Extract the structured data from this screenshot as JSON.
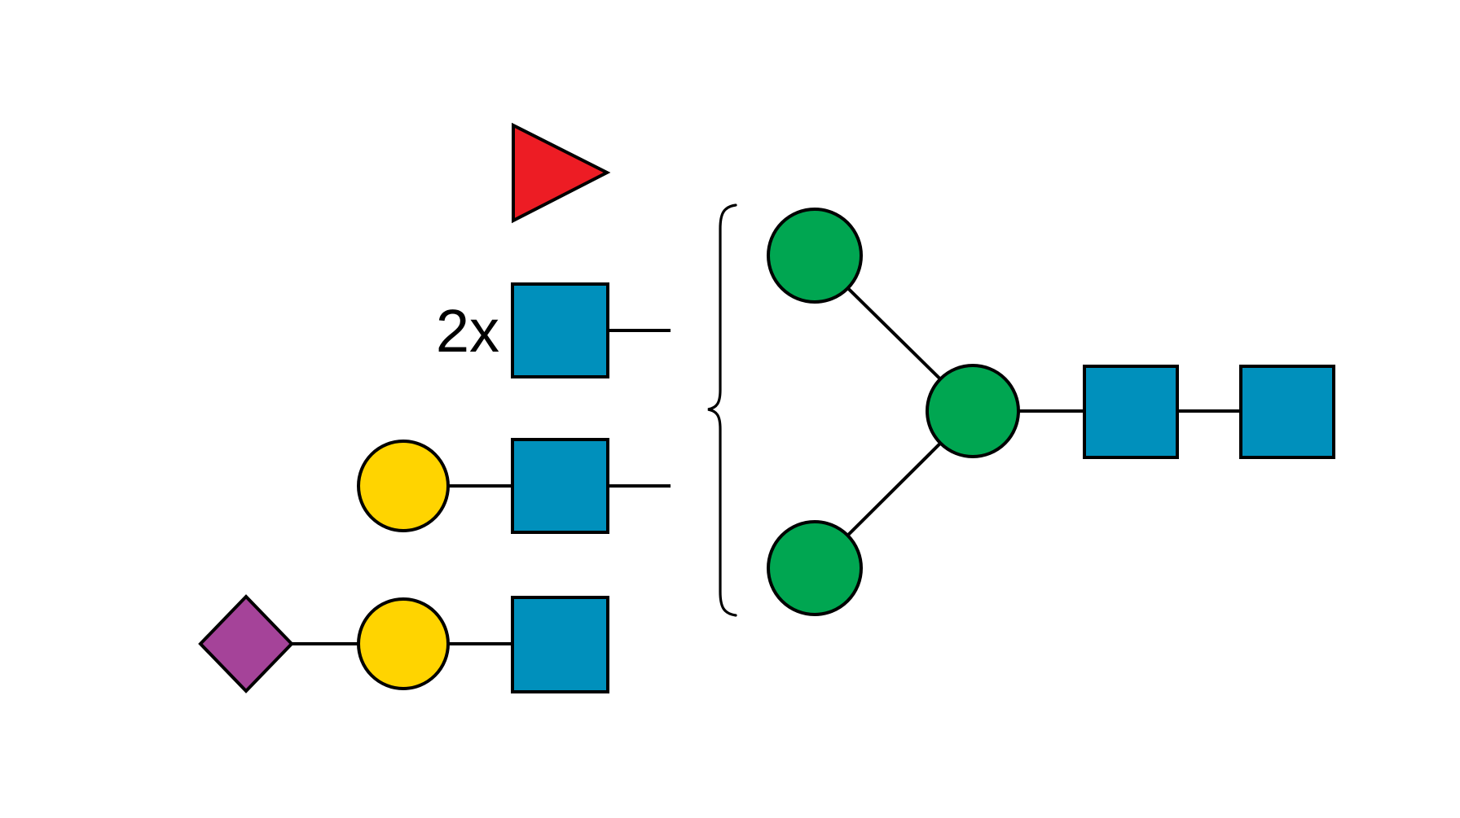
{
  "labels": {
    "antenna_multiplier": "2x"
  },
  "colors": {
    "fucose_red": "#ED1C24",
    "glcnac_blue": "#0090BC",
    "galactose_yellow": "#FFD400",
    "mannose_green": "#00A651",
    "neu5ac_purple": "#A54399",
    "bond_black": "#000000",
    "background_white": "#FFFFFF"
  },
  "icons": {
    "fucose": "red-right-pointing-triangle-icon",
    "glcnac": "blue-square-icon",
    "galactose": "yellow-circle-icon",
    "mannose": "green-circle-icon",
    "neu5ac": "purple-diamond-icon",
    "grouping": "left-curly-brace"
  },
  "structure": {
    "notation": "SNFG glycan symbols",
    "left_group": [
      {
        "antenna": 1,
        "multiplier": "2x",
        "symbols": [
          "fucose",
          "glcnac"
        ]
      },
      {
        "antenna": 2,
        "symbols": [
          "galactose",
          "glcnac"
        ]
      },
      {
        "antenna": 3,
        "symbols": [
          "neu5ac",
          "galactose",
          "glcnac"
        ]
      }
    ],
    "core": {
      "branch_mannose_count": 2,
      "core_mannose_count": 1,
      "core_glcnac_count": 2,
      "symbols": [
        "mannose",
        "mannose",
        "mannose",
        "glcnac",
        "glcnac"
      ]
    }
  }
}
